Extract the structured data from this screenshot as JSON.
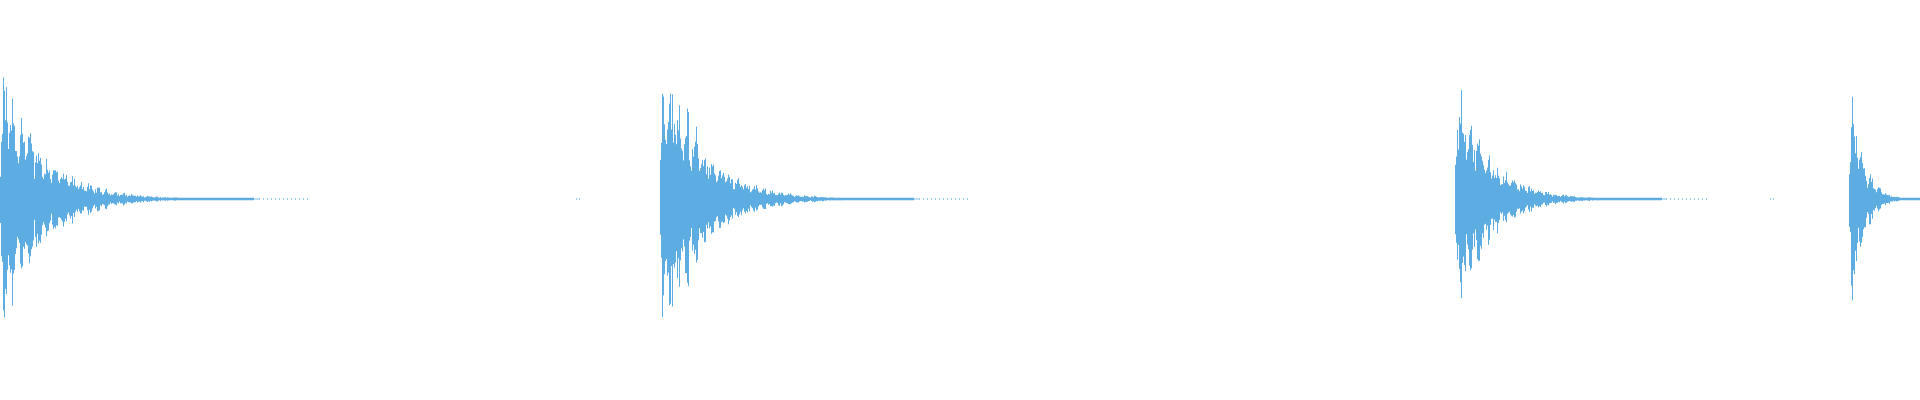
{
  "waveform": {
    "color": "#5dade2",
    "background": "#ffffff",
    "hits": [
      {
        "onset_fraction": 0.0,
        "peak_amplitude": 0.82,
        "decay_fraction": 0.135
      },
      {
        "onset_fraction": 0.344,
        "peak_amplitude": 0.9,
        "decay_fraction": 0.135
      },
      {
        "onset_fraction": 0.758,
        "peak_amplitude": 0.75,
        "decay_fraction": 0.11
      },
      {
        "onset_fraction": 0.963,
        "peak_amplitude": 0.82,
        "decay_fraction": 0.04
      }
    ],
    "noise_specks": [
      0.3,
      0.922
    ]
  }
}
